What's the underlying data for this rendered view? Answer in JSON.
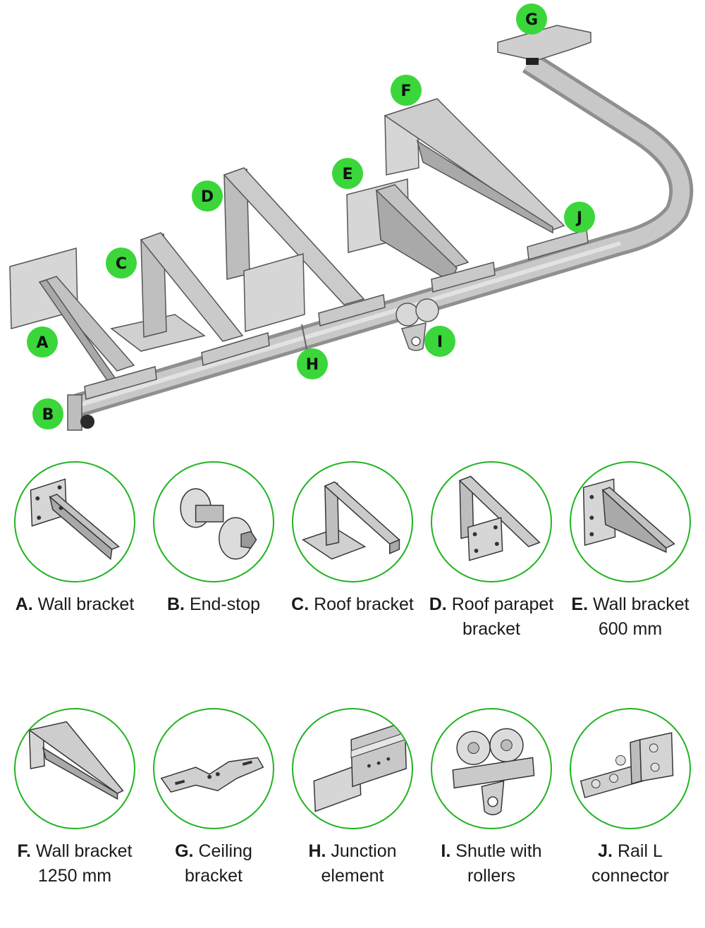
{
  "accent_color": "#3ad63a",
  "ring_color": "#22b422",
  "badges": [
    "A",
    "B",
    "C",
    "D",
    "E",
    "F",
    "G",
    "H",
    "I",
    "J"
  ],
  "parts": [
    {
      "letter": "A.",
      "name": "Wall bracket",
      "icon": "wall-bracket-icon"
    },
    {
      "letter": "B.",
      "name": "End-stop",
      "icon": "end-stop-icon"
    },
    {
      "letter": "C.",
      "name": "Roof bracket",
      "icon": "roof-bracket-icon"
    },
    {
      "letter": "D.",
      "name": "Roof parapet bracket",
      "icon": "roof-parapet-bracket-icon"
    },
    {
      "letter": "E.",
      "name": "Wall bracket 600 mm",
      "icon": "wall-bracket-600-icon"
    },
    {
      "letter": "F.",
      "name": "Wall bracket 1250 mm",
      "icon": "wall-bracket-1250-icon"
    },
    {
      "letter": "G.",
      "name": "Ceiling bracket",
      "icon": "ceiling-bracket-icon"
    },
    {
      "letter": "H.",
      "name": "Junction element",
      "icon": "junction-element-icon"
    },
    {
      "letter": "I.",
      "name": "Shutle with rollers",
      "icon": "shuttle-rollers-icon"
    },
    {
      "letter": "J.",
      "name": "Rail L connector",
      "icon": "rail-l-connector-icon"
    }
  ]
}
